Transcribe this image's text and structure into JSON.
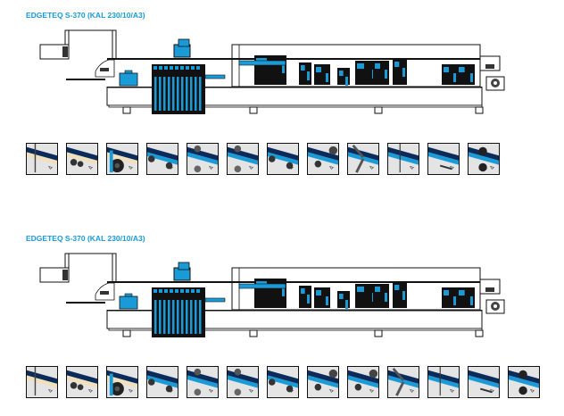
{
  "colors": {
    "title": "#1a9bd7",
    "accent_blue": "#1a9bd7",
    "panel_navy": "#0b2c5a",
    "panel_edge": "#f0e0bc",
    "thumb_bg": "#e4e4e4",
    "line": "#111111"
  },
  "sections": [
    {
      "title": "EDGETEQ S-370 (KAL 230/10/A3)",
      "machine_diagram": "edgebander-side-view",
      "process_steps": [
        {
          "icon": "pre-milling-icon"
        },
        {
          "icon": "glue-unit-icon"
        },
        {
          "icon": "edge-coil-feed-icon"
        },
        {
          "icon": "pressure-rollers-icon"
        },
        {
          "icon": "end-trimming-icon"
        },
        {
          "icon": "end-trimming-saw-icon"
        },
        {
          "icon": "fine-trimming-icon"
        },
        {
          "icon": "corner-rounding-icon"
        },
        {
          "icon": "profile-scraper-icon"
        },
        {
          "icon": "flat-scraper-icon"
        },
        {
          "icon": "glue-scraper-icon"
        },
        {
          "icon": "buffing-icon"
        }
      ]
    },
    {
      "title": "EDGETEQ S-370 (KAL 230/10/A3)",
      "machine_diagram": "edgebander-side-view",
      "process_steps": [
        {
          "icon": "pre-milling-icon"
        },
        {
          "icon": "glue-unit-icon"
        },
        {
          "icon": "edge-coil-feed-icon"
        },
        {
          "icon": "pressure-rollers-icon"
        },
        {
          "icon": "end-trimming-icon"
        },
        {
          "icon": "end-trimming-saw-icon"
        },
        {
          "icon": "fine-trimming-icon"
        },
        {
          "icon": "corner-rounding-icon"
        },
        {
          "icon": "corner-rounding-2-icon"
        },
        {
          "icon": "profile-scraper-icon"
        },
        {
          "icon": "flat-scraper-icon"
        },
        {
          "icon": "glue-scraper-icon"
        },
        {
          "icon": "buffing-icon"
        }
      ]
    }
  ]
}
